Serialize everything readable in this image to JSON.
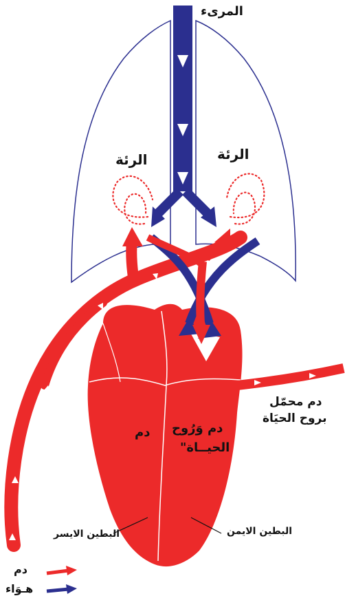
{
  "labels": {
    "trachea": "المرىء",
    "lung_left": "الرئة",
    "lung_right": "الرئة",
    "left_chamber_text": "دم",
    "right_chamber_text_1": "دم وَرُوح",
    "right_chamber_text_2": "الحيــاة\"",
    "outflow_line1": "دم محمّل",
    "outflow_line2": "بروح الحيَاة",
    "ventricle_left": "البطين الايسر",
    "ventricle_right": "البطين الايمن"
  },
  "legend": [
    {
      "label": "دم",
      "color": "#ec2a2a"
    },
    {
      "label": "هـوَاء",
      "color": "#2b2f8f"
    }
  ],
  "colors": {
    "blood": "#ec2a2a",
    "air": "#2b2f8f",
    "lung_outline": "#2b2f8f",
    "heart_divider": "#ffffff"
  }
}
